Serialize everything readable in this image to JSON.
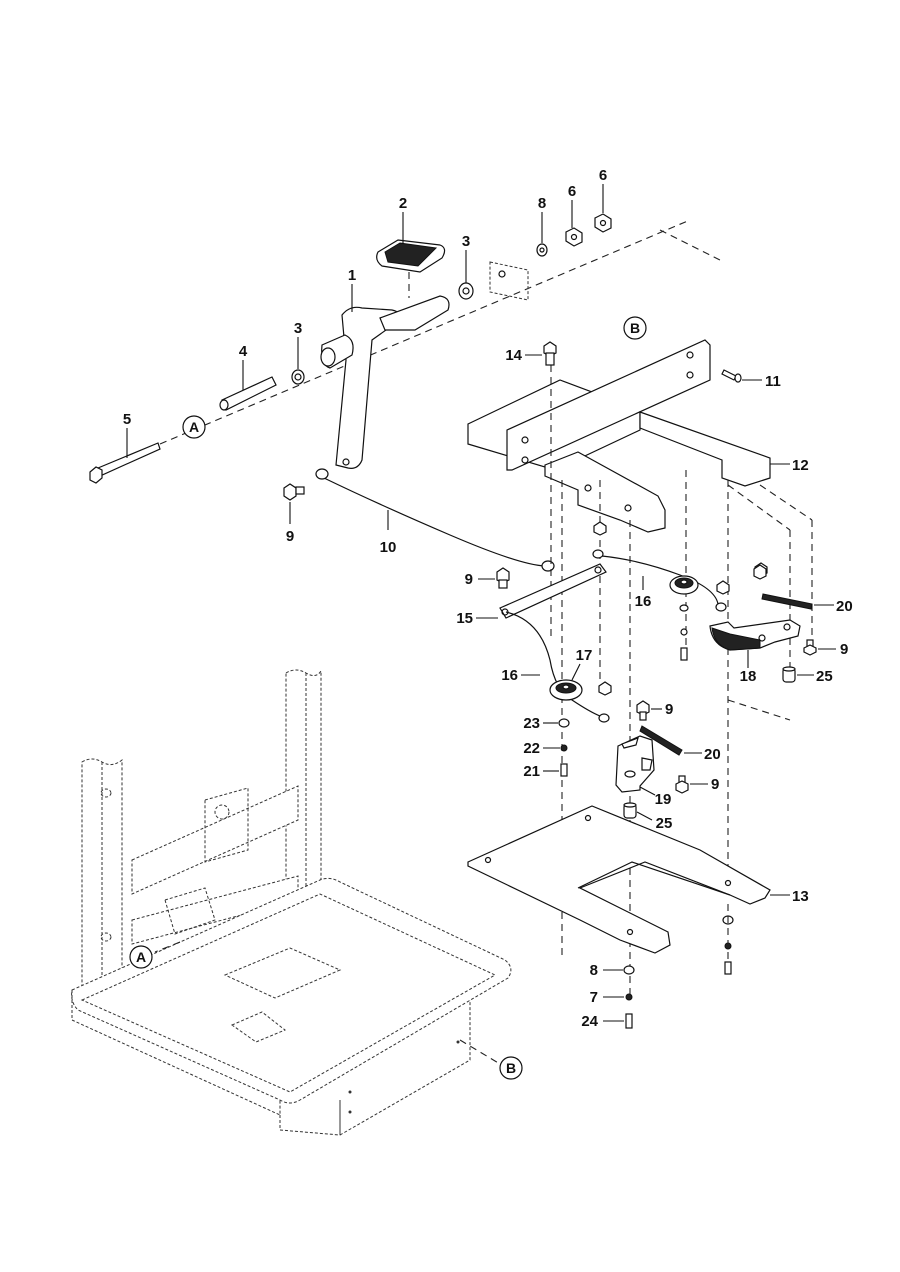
{
  "diagram": {
    "type": "exploded-parts-view",
    "subject": "Foot pedal and brake linkage assembly with seat frame",
    "callouts": [
      {
        "id": "c1",
        "label": "1",
        "part": "pedal-arm"
      },
      {
        "id": "c2",
        "label": "2",
        "part": "pedal-pad"
      },
      {
        "id": "c3a",
        "label": "3",
        "part": "bushing-right"
      },
      {
        "id": "c3b",
        "label": "3",
        "part": "bushing-left"
      },
      {
        "id": "c4",
        "label": "4",
        "part": "spacer-tube"
      },
      {
        "id": "c5",
        "label": "5",
        "part": "pivot-bolt"
      },
      {
        "id": "c6a",
        "label": "6",
        "part": "hex-nut-inner"
      },
      {
        "id": "c6b",
        "label": "6",
        "part": "hex-nut-outer"
      },
      {
        "id": "c7",
        "label": "7",
        "part": "lock-washer"
      },
      {
        "id": "c8a",
        "label": "8",
        "part": "flat-washer-top"
      },
      {
        "id": "c8b",
        "label": "8",
        "part": "flat-washer-bottom"
      },
      {
        "id": "c9a",
        "label": "9",
        "part": "bolt-cable-pedal"
      },
      {
        "id": "c9b",
        "label": "9",
        "part": "bolt-bar"
      },
      {
        "id": "c9c",
        "label": "9",
        "part": "bolt-lever-right"
      },
      {
        "id": "c9d",
        "label": "9",
        "part": "bolt-spring-top"
      },
      {
        "id": "c9e",
        "label": "9",
        "part": "bolt-spring-bottom"
      },
      {
        "id": "c10",
        "label": "10",
        "part": "cable"
      },
      {
        "id": "c11",
        "label": "11",
        "part": "screw"
      },
      {
        "id": "c12",
        "label": "12",
        "part": "bracket"
      },
      {
        "id": "c13",
        "label": "13",
        "part": "base-plate"
      },
      {
        "id": "c14",
        "label": "14",
        "part": "shoulder-bolt"
      },
      {
        "id": "c15",
        "label": "15",
        "part": "link-bar"
      },
      {
        "id": "c16a",
        "label": "16",
        "part": "cable-right"
      },
      {
        "id": "c16b",
        "label": "16",
        "part": "cable-left"
      },
      {
        "id": "c17",
        "label": "17",
        "part": "pulley"
      },
      {
        "id": "c18",
        "label": "18",
        "part": "ratchet-lever"
      },
      {
        "id": "c19",
        "label": "19",
        "part": "cam-block"
      },
      {
        "id": "c20a",
        "label": "20",
        "part": "spring-upper"
      },
      {
        "id": "c20b",
        "label": "20",
        "part": "spring-lower"
      },
      {
        "id": "c21",
        "label": "21",
        "part": "pulley-bolt"
      },
      {
        "id": "c22",
        "label": "22",
        "part": "pulley-lock-washer"
      },
      {
        "id": "c23",
        "label": "23",
        "part": "pulley-washer"
      },
      {
        "id": "c24",
        "label": "24",
        "part": "plate-bolt"
      },
      {
        "id": "c25a",
        "label": "25",
        "part": "bumper-right"
      },
      {
        "id": "c25b",
        "label": "25",
        "part": "bumper-lower"
      }
    ],
    "reference_markers": [
      {
        "id": "refA1",
        "label": "A",
        "location": "pedal-pivot-axis"
      },
      {
        "id": "refA2",
        "label": "A",
        "location": "frame-mount"
      },
      {
        "id": "refB1",
        "label": "B",
        "location": "bracket-top"
      },
      {
        "id": "refB2",
        "label": "B",
        "location": "frame-rear"
      }
    ]
  }
}
